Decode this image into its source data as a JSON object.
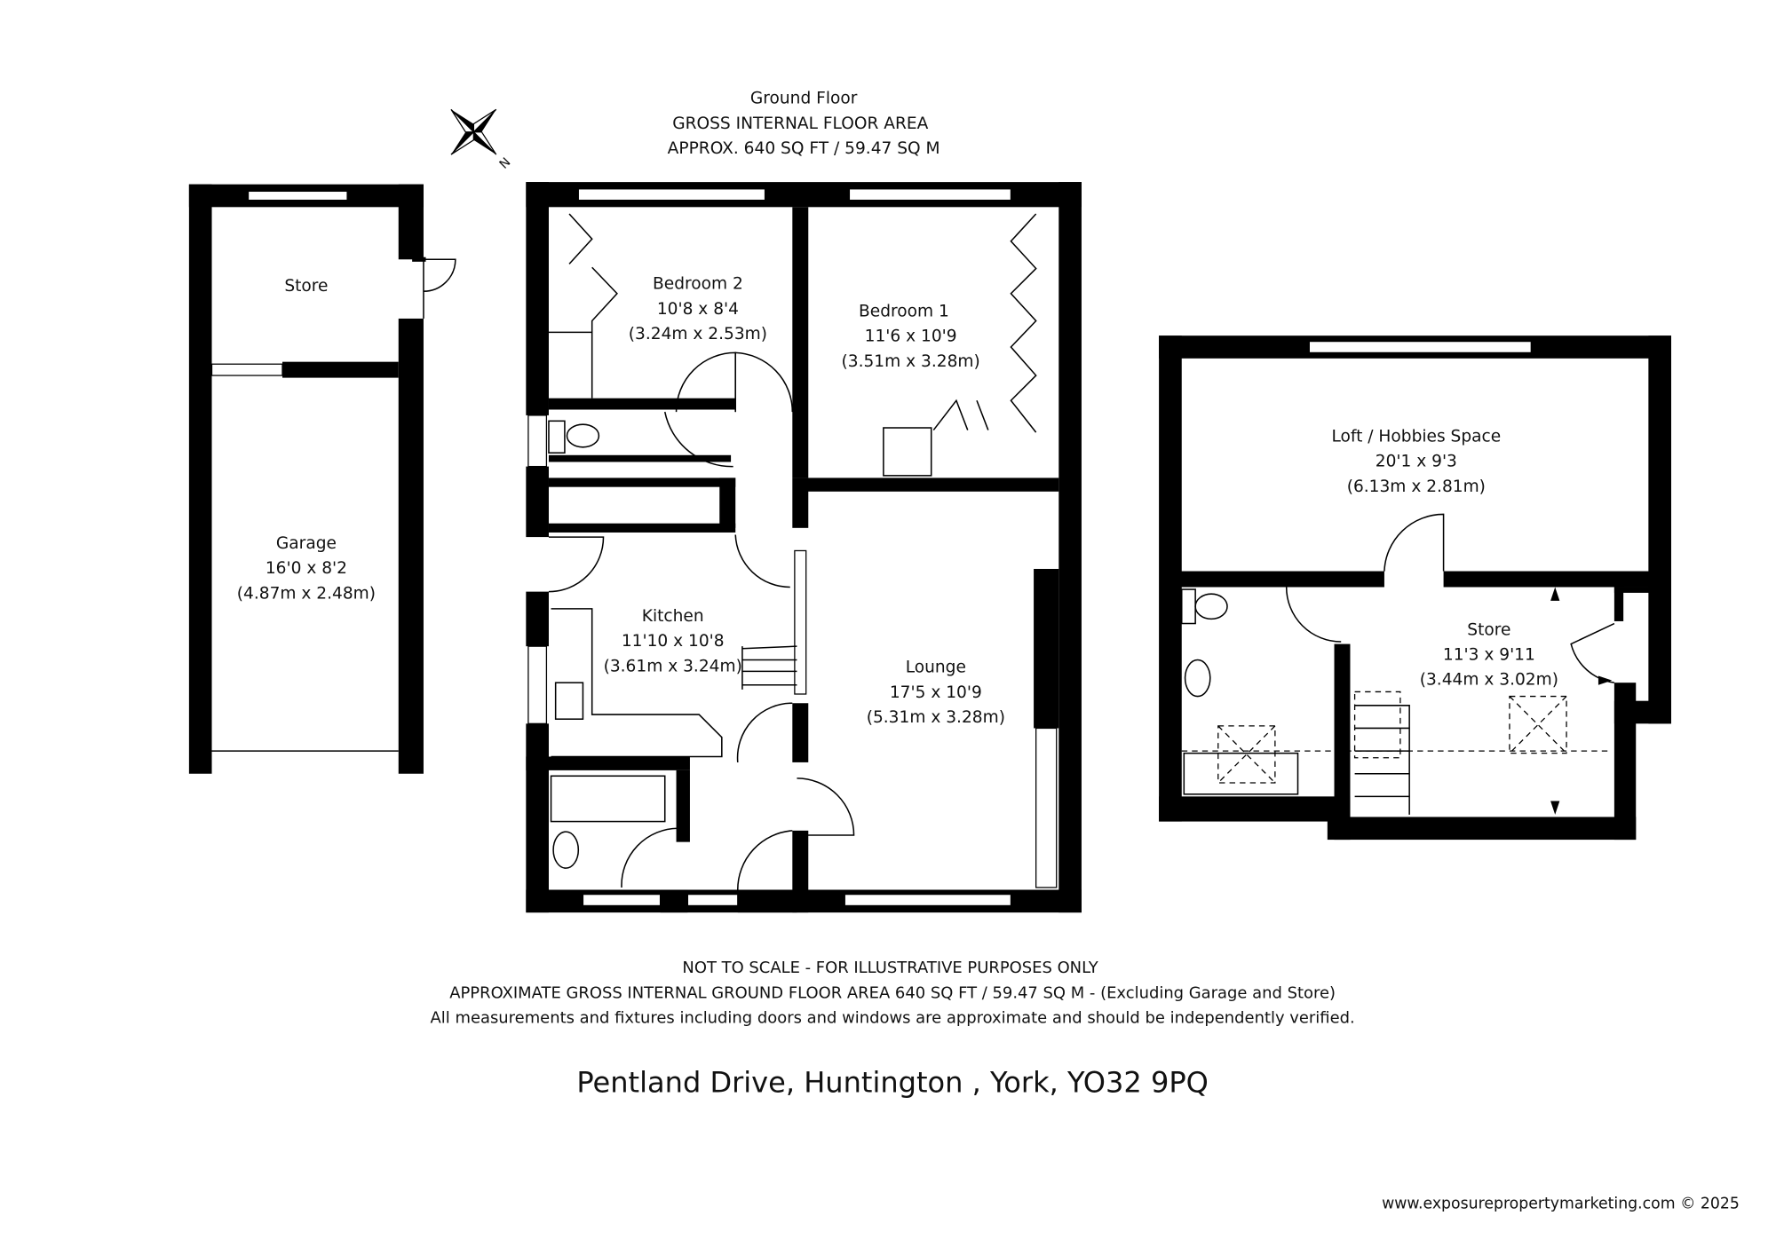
{
  "header": {
    "floor": "Ground Floor",
    "area_label": "GROSS INTERNAL FLOOR AREA",
    "area_value": "APPROX. 640 SQ FT / 59.47 SQ M"
  },
  "compass": {
    "icon": "compass-rose-icon",
    "label": "N"
  },
  "rooms": {
    "store_outbuilding": {
      "name": "Store"
    },
    "garage": {
      "name": "Garage",
      "imperial": "16'0 x 8'2",
      "metric": "(4.87m x 2.48m)"
    },
    "bedroom2": {
      "name": "Bedroom 2",
      "imperial": "10'8 x 8'4",
      "metric": "(3.24m x 2.53m)"
    },
    "bedroom1": {
      "name": "Bedroom 1",
      "imperial": "11'6 x 10'9",
      "metric": "(3.51m x 3.28m)"
    },
    "kitchen": {
      "name": "Kitchen",
      "imperial": "11'10 x 10'8",
      "metric": "(3.61m x 3.24m)"
    },
    "lounge": {
      "name": "Lounge",
      "imperial": "17'5 x 10'9",
      "metric": "(5.31m x 3.28m)"
    },
    "loft": {
      "name": "Loft / Hobbies Space",
      "imperial": "20'1 x 9'3",
      "metric": "(6.13m x 2.81m)"
    },
    "loft_store": {
      "name": "Store",
      "imperial": "11'3 x 9'11",
      "metric": "(3.44m x 3.02m)"
    }
  },
  "notes": {
    "line1": "NOT TO SCALE - FOR ILLUSTRATIVE PURPOSES ONLY",
    "line2": "APPROXIMATE GROSS INTERNAL GROUND FLOOR AREA 640 SQ FT / 59.47 SQ M - (Excluding Garage and Store)",
    "line3": "All measurements and fixtures including doors and windows are approximate and should be independently verified."
  },
  "address": "Pentland Drive, Huntington , York, YO32 9PQ",
  "footer": "www.exposurepropertymarketing.com © 2025"
}
